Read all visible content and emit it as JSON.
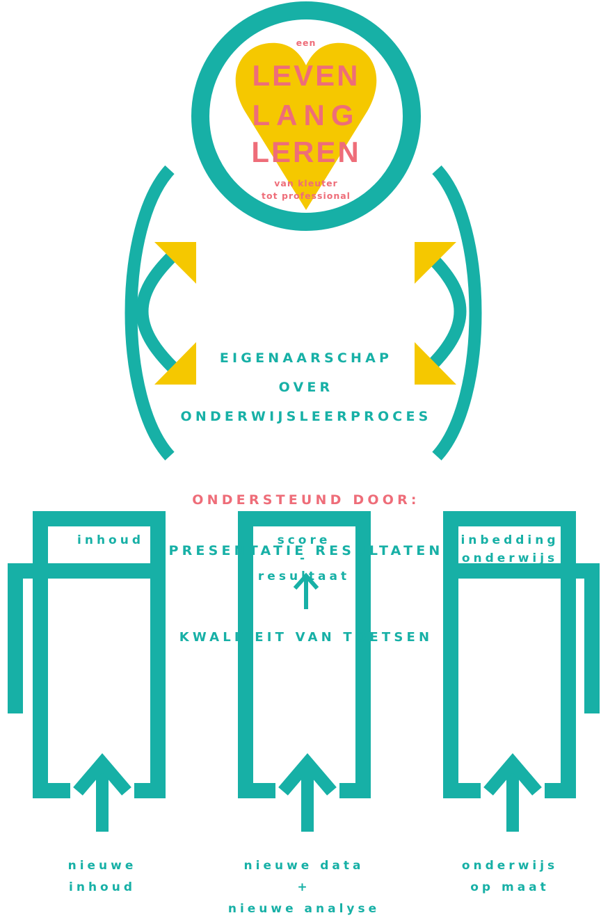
{
  "colors": {
    "teal": "#17b0a6",
    "yellow": "#f5c800",
    "pink": "#ee6d79"
  },
  "heart": {
    "top_small": "een",
    "line1": "LEVEN",
    "line2": "LANG",
    "line3": "LEREN",
    "sub1": "van kleuter",
    "sub2": "tot professional"
  },
  "cycle": {
    "line1": "EIGENAARSCHAP",
    "line2": "OVER",
    "line3": "ONDERWIJSLEERPROCES"
  },
  "supported_by": "ONDERSTEUND DOOR:",
  "presentation": "PRESENTATIE RESULTATEN",
  "quality_label": "KWALITEIT VAN TOETSEN",
  "boxes": [
    {
      "title": [
        "inhoud"
      ],
      "bottom": [
        "nieuwe",
        "inhoud"
      ]
    },
    {
      "title": [
        "score",
        "-",
        "resultaat"
      ],
      "bottom": [
        "nieuwe data",
        "+",
        "nieuwe analyse"
      ]
    },
    {
      "title": [
        "inbedding",
        "onderwijs"
      ],
      "bottom": [
        "onderwijs",
        "op maat"
      ]
    }
  ],
  "icons": [
    "up-arrow-icon",
    "heart-icon",
    "cycle-arrow-icon"
  ]
}
